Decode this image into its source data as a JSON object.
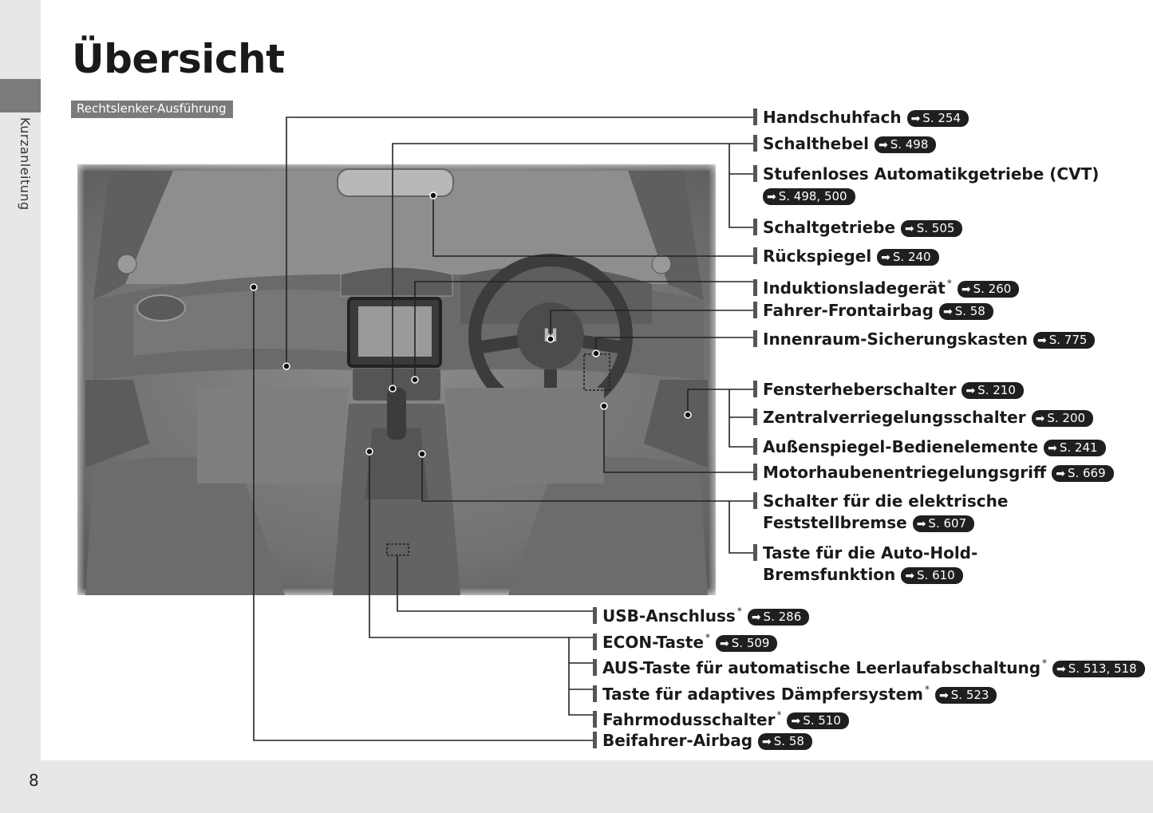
{
  "page": {
    "title": "Übersicht",
    "section_tab": "Kurzanleitung",
    "variant": "Rechtslenker-Ausführung",
    "page_number": "8"
  },
  "labels": [
    {
      "text": "Handschuhfach",
      "ref": "S. 254",
      "asterisk": ""
    },
    {
      "text": "Schalthebel",
      "ref": "S. 498",
      "asterisk": ""
    },
    {
      "text": "Stufenloses Automatikgetriebe (CVT)",
      "ref": "S. 498, 500",
      "asterisk": ""
    },
    {
      "text": "Schaltgetriebe",
      "ref": "S. 505",
      "asterisk": ""
    },
    {
      "text": "Rückspiegel",
      "ref": "S. 240",
      "asterisk": ""
    },
    {
      "text": "Induktionsladegerät",
      "ref": "S. 260",
      "asterisk": "*"
    },
    {
      "text": "Fahrer-Frontairbag",
      "ref": "S. 58",
      "asterisk": ""
    },
    {
      "text": "Innenraum-Sicherungskasten",
      "ref": "S. 775",
      "asterisk": ""
    },
    {
      "text": "Fensterheberschalter",
      "ref": "S. 210",
      "asterisk": ""
    },
    {
      "text": "Zentralverriegelungsschalter",
      "ref": "S. 200",
      "asterisk": ""
    },
    {
      "text": "Außenspiegel-Bedienelemente",
      "ref": "S. 241",
      "asterisk": ""
    },
    {
      "text": "Motorhaubenentriegelungsgriff",
      "ref": "S. 669",
      "asterisk": ""
    },
    {
      "text": "Schalter für die elektrische",
      "text2": "Feststellbremse",
      "ref": "S. 607",
      "asterisk": ""
    },
    {
      "text": "Taste für die Auto-Hold-",
      "text2": "Bremsfunktion",
      "ref": "S. 610",
      "asterisk": ""
    },
    {
      "text": "USB-Anschluss",
      "ref": "S. 286",
      "asterisk": "*"
    },
    {
      "text": "ECON-Taste",
      "ref": "S. 509",
      "asterisk": "*"
    },
    {
      "text": "AUS-Taste für automatische Leerlaufabschaltung",
      "ref": "S. 513, 518",
      "asterisk": "*"
    },
    {
      "text": "Taste für adaptives Dämpfersystem",
      "ref": "S. 523",
      "asterisk": "*"
    },
    {
      "text": "Fahrmodusschalter",
      "ref": "S. 510",
      "asterisk": "*"
    },
    {
      "text": "Beifahrer-Airbag",
      "ref": "S. 58",
      "asterisk": ""
    }
  ],
  "ref_arrow_glyph": "➡",
  "colors": {
    "tab_gray": "#7b7b7b",
    "strip_gray": "#e7e7e7",
    "badge": "#1f1f1f"
  }
}
